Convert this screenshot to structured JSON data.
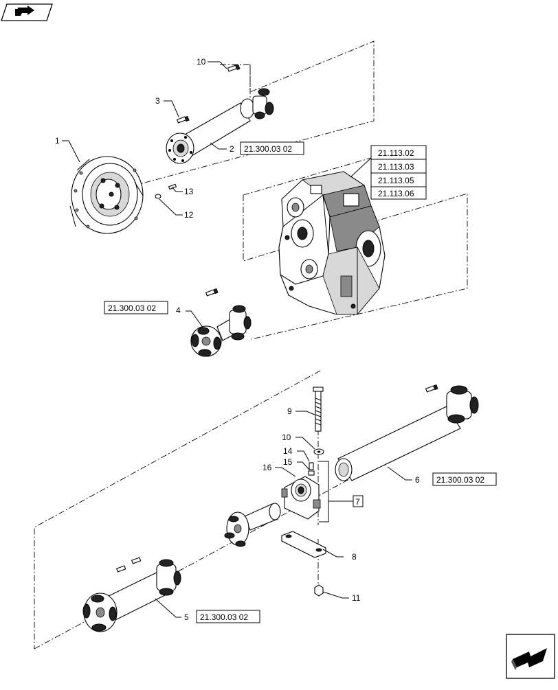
{
  "diagram": {
    "callouts": {
      "c1": "1",
      "c2": "2",
      "c3": "3",
      "c4": "4",
      "c5": "5",
      "c6": "6",
      "c7": "7",
      "c8": "8",
      "c9": "9",
      "c10a": "10",
      "c10b": "10",
      "c11": "11",
      "c12": "12",
      "c13": "13",
      "c14": "14",
      "c15": "15",
      "c16": "16"
    },
    "refs": {
      "shaft_2": "21.300.03 02",
      "shaft_4": "21.300.03 02",
      "shaft_5": "21.300.03 02",
      "shaft_6": "21.300.03 02",
      "gearbox": [
        "21.113.02",
        "21.113.03",
        "21.113.05",
        "21.113.06"
      ]
    }
  },
  "icons": {
    "top_left": "book-arrow-icon",
    "bottom_right": "next-page-arrow-icon"
  }
}
